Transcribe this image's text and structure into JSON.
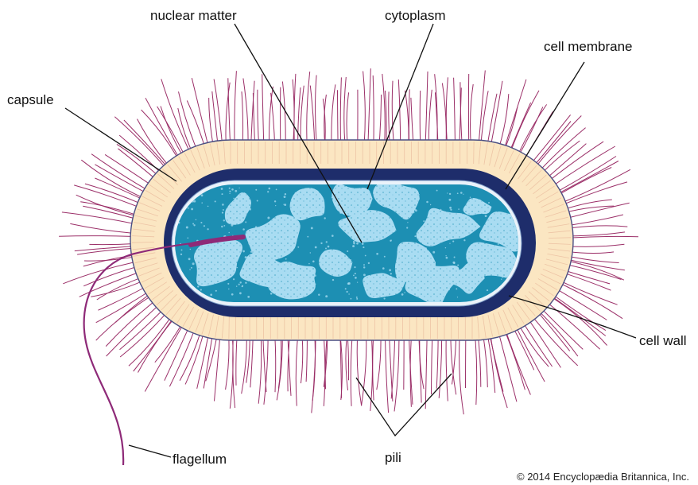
{
  "labels": {
    "nuclear_matter": "nuclear matter",
    "cytoplasm": "cytoplasm",
    "cell_membrane": "cell membrane",
    "capsule": "capsule",
    "cell_wall": "cell wall",
    "flagellum": "flagellum",
    "pili": "pili"
  },
  "credit": "© 2014 Encyclopædia Britannica, Inc.",
  "colors": {
    "pili": "#9b2f68",
    "flagellum": "#8e2a78",
    "capsule": "#fbe6c2",
    "capsule_outline": "#4a4f83",
    "cell_wall": "#1e2d6b",
    "membrane": "#eaf2fa",
    "cytoplasm": "#1d8fb3",
    "nuclear_matter": "#a9dcf2",
    "leader_lines": "#111111"
  }
}
